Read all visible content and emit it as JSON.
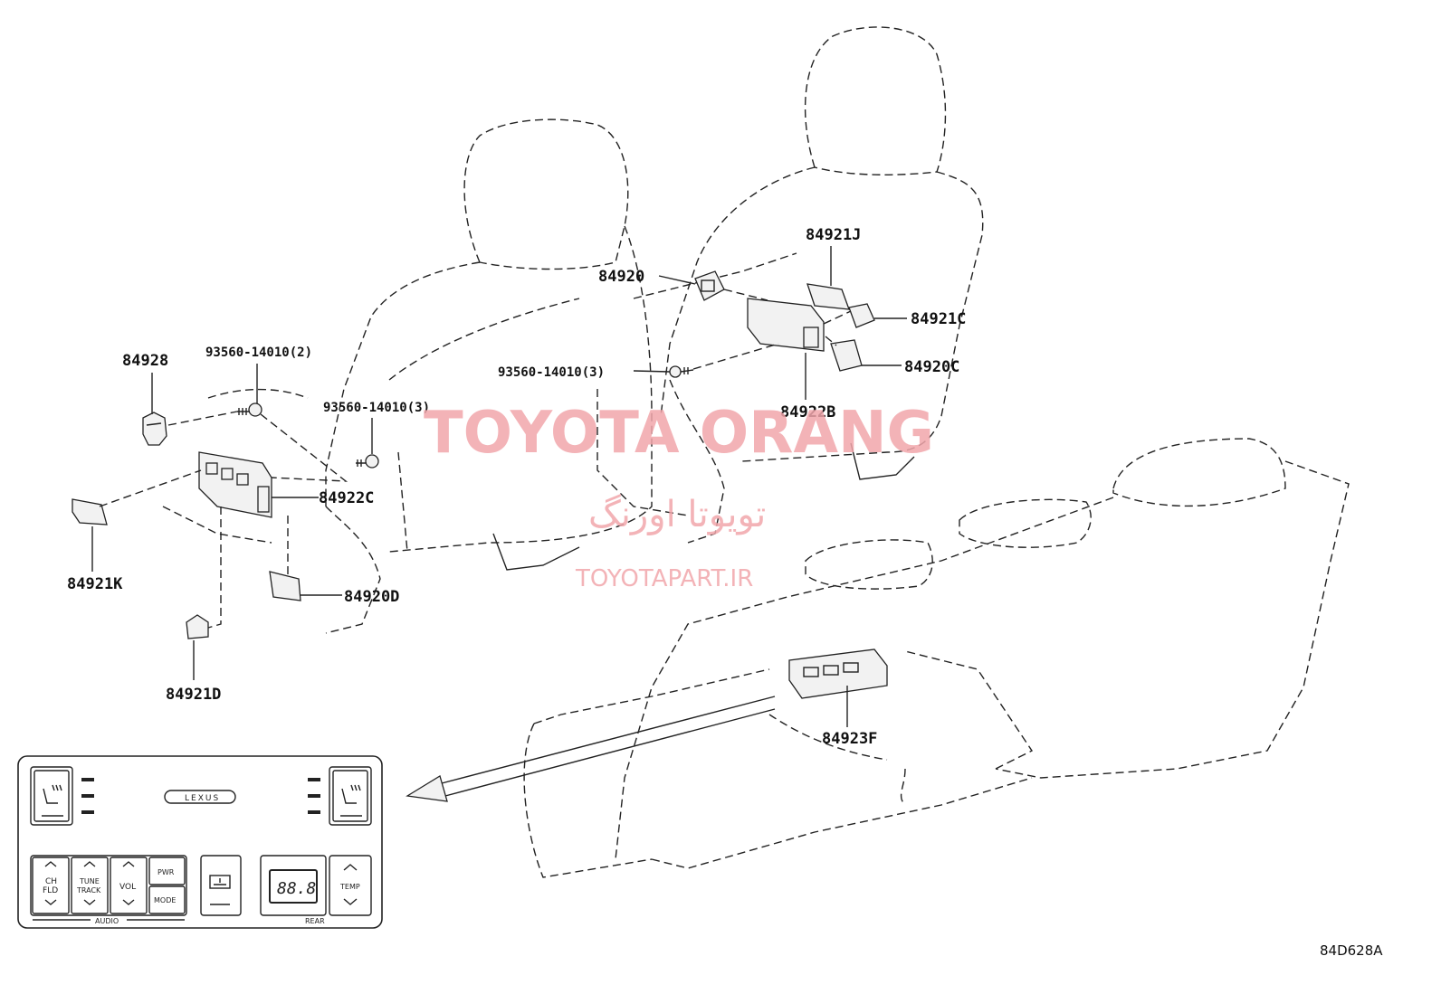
{
  "parts": {
    "p84928": "84928",
    "p93560_2": "93560-14010(2)",
    "p93560_3_left": "93560-14010(3)",
    "p84922C": "84922C",
    "p84921K": "84921K",
    "p84920D": "84920D",
    "p84921D": "84921D",
    "p84920": "84920",
    "p84921J": "84921J",
    "p84921C": "84921C",
    "p84920C": "84920C",
    "p93560_3_mid": "93560-14010(3)",
    "p84922B": "84922B",
    "p84923F": "84923F"
  },
  "panel": {
    "ch_line1": "CH",
    "ch_line2": "FLD",
    "tune_line1": "TUNE",
    "tune_line2": "TRACK",
    "vol": "VOL",
    "pwr": "PWR",
    "mode": "MODE",
    "temp": "TEMP",
    "display": "88.8",
    "audio": "AUDIO",
    "rear": "REAR",
    "logo": "LEXUS"
  },
  "watermark": {
    "line1": "TOYOTA ORANG",
    "line2": "تویوتا اورنگ",
    "line3": "TOYOTAPART.IR"
  },
  "diagram_code": "84D628A"
}
